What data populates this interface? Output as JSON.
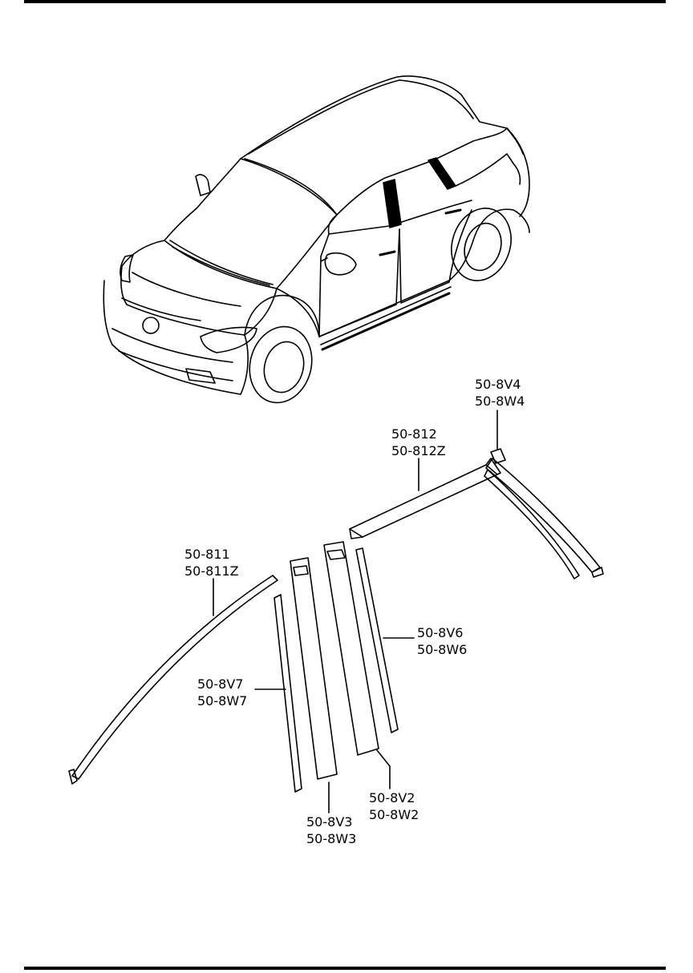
{
  "callouts": {
    "c_8v4": [
      "50-8V4",
      "50-8W4"
    ],
    "c_812": [
      "50-812",
      "50-812Z"
    ],
    "c_811": [
      "50-811",
      "50-811Z"
    ],
    "c_8v6": [
      "50-8V6",
      "50-8W6"
    ],
    "c_8v7": [
      "50-8V7",
      "50-8W7"
    ],
    "c_8v2": [
      "50-8V2",
      "50-8W2"
    ],
    "c_8v3": [
      "50-8V3",
      "50-8W3"
    ]
  },
  "colors": {
    "ink": "#000000",
    "paper": "#ffffff"
  }
}
